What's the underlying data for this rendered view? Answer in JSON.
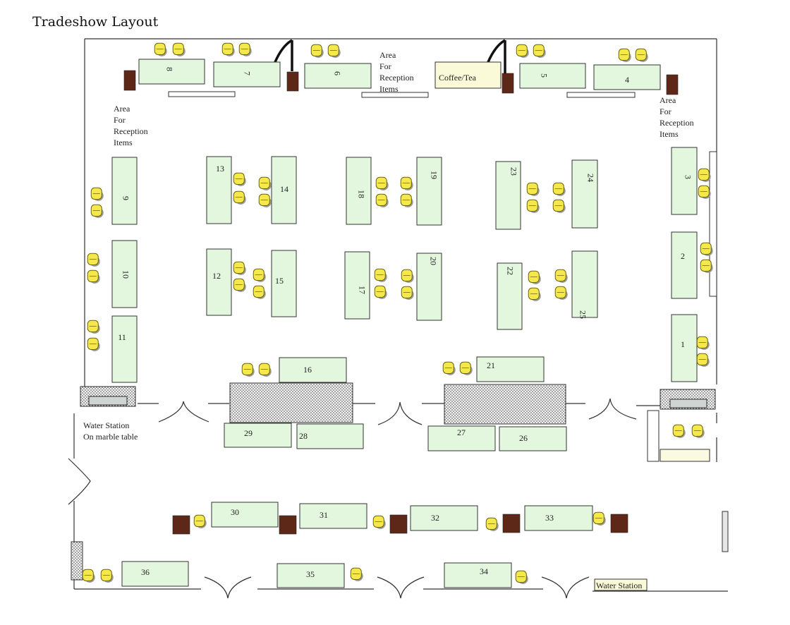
{
  "title": "Tradeshow Layout",
  "colors": {
    "table": "#e3f7df",
    "cabinet": "#5e2818",
    "chair": "#f5e84a",
    "marble": "#d4d4d4"
  },
  "tables": [
    "1",
    "2",
    "3",
    "4",
    "5",
    "6",
    "7",
    "8",
    "9",
    "10",
    "11",
    "12",
    "13",
    "14",
    "15",
    "16",
    "17",
    "18",
    "19",
    "20",
    "21",
    "22",
    "23",
    "24",
    "25",
    "26",
    "27",
    "28",
    "29",
    "30",
    "31",
    "32",
    "33",
    "34",
    "35",
    "36"
  ],
  "labels": {
    "coffee": "Coffee/Tea",
    "reception_top": [
      "Area",
      "For",
      "Reception",
      "Items"
    ],
    "reception_left": [
      "Area",
      "For",
      "Reception",
      "Items"
    ],
    "reception_right": [
      "Area",
      "For",
      "Reception",
      "Items"
    ],
    "water_station_left": [
      "Water Station",
      "On marble table"
    ],
    "water_station_bottom": "Water Station"
  }
}
